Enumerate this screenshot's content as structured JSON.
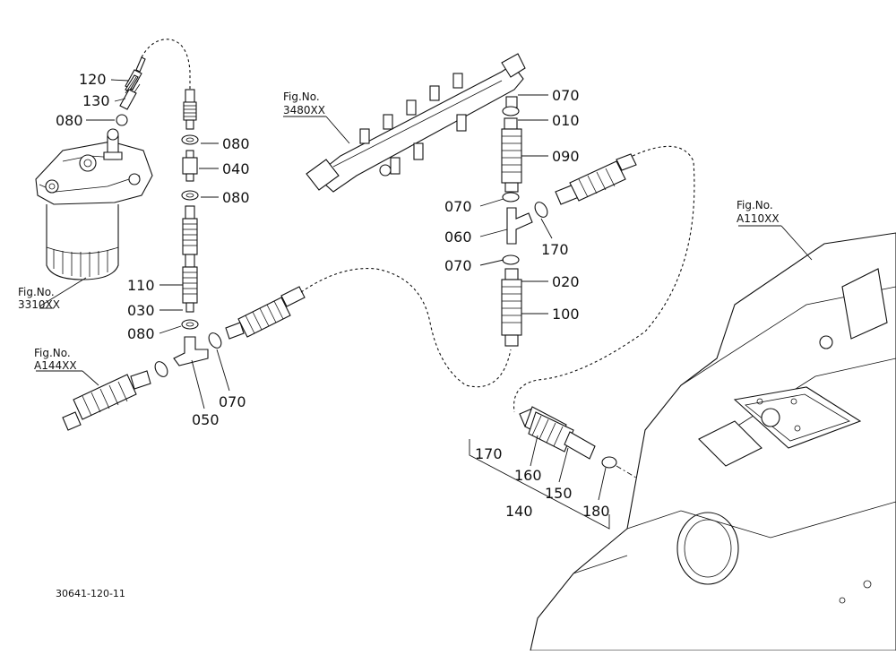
{
  "diagram": {
    "drawing_code": "30641-120-11",
    "fig_refs": [
      {
        "id": "fig-3310",
        "title": "Fig.No.",
        "code": "3310XX"
      },
      {
        "id": "fig-a144",
        "title": "Fig.No.",
        "code": "A144XX"
      },
      {
        "id": "fig-3480",
        "title": "Fig.No.",
        "code": "3480XX"
      },
      {
        "id": "fig-a110",
        "title": "Fig.No.",
        "code": "A110XX"
      }
    ],
    "parts": {
      "p120": "120",
      "p130": "130",
      "p080a": "080",
      "p080b": "080",
      "p040": "040",
      "p080c": "080",
      "p110": "110",
      "p030": "030",
      "p080d": "080",
      "p050": "050",
      "p070a": "070",
      "p070b": "070",
      "p010": "010",
      "p090": "090",
      "p070c": "070",
      "p060": "060",
      "p170a": "170",
      "p070d": "070",
      "p020": "020",
      "p100": "100",
      "p170b": "170",
      "p160": "160",
      "p150": "150",
      "p140": "140",
      "p180": "180"
    }
  }
}
